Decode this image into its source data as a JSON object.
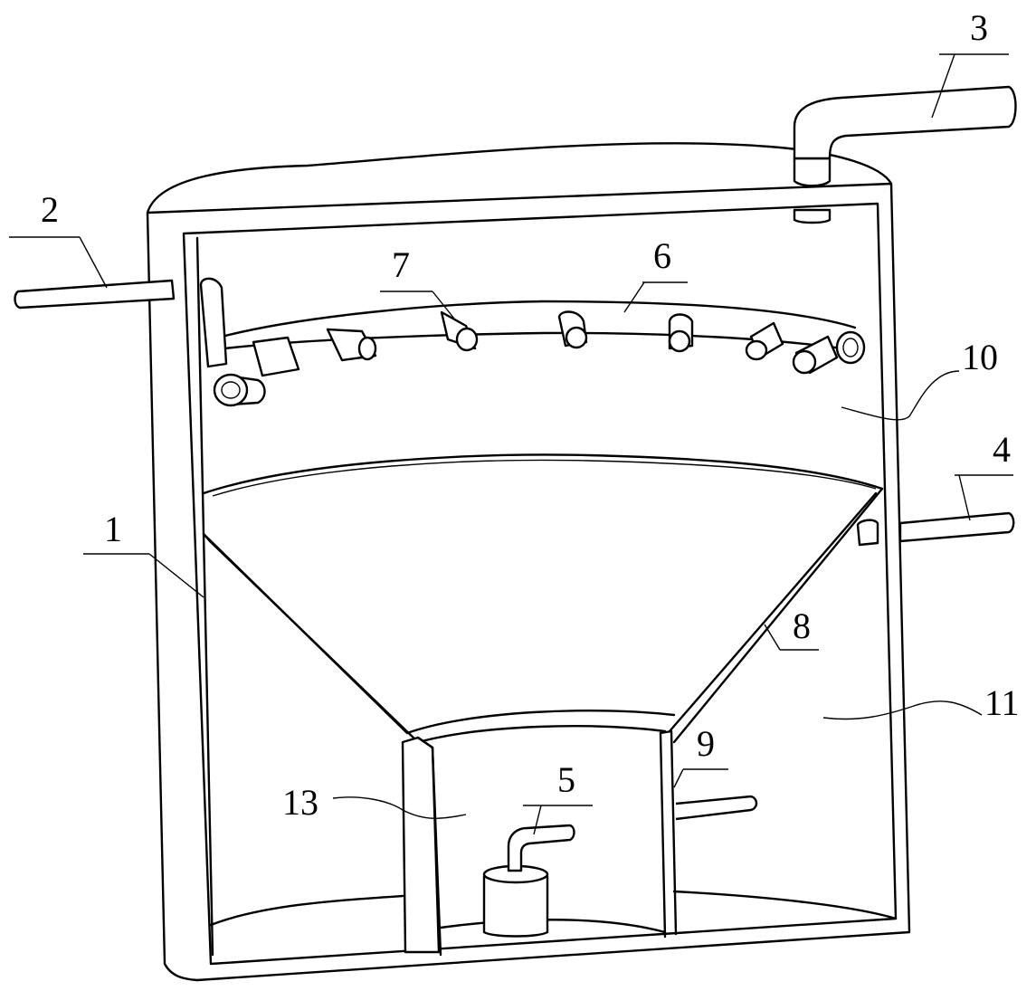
{
  "labels": {
    "l1": "1",
    "l2": "2",
    "l3": "3",
    "l4": "4",
    "l5": "5",
    "l6": "6",
    "l7": "7",
    "l8": "8",
    "l9": "9",
    "l10": "10",
    "l11": "11",
    "l13": "13"
  }
}
